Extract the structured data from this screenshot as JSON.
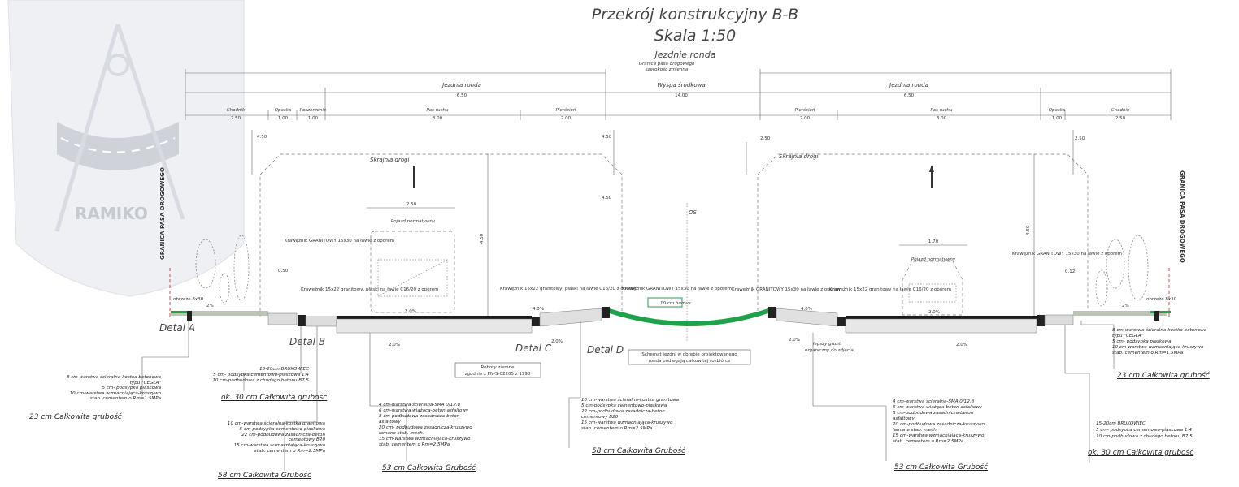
{
  "title": {
    "main": "Przekrój konstrukcyjny B-B",
    "scale": "Skala 1:50",
    "subtitle": "Jezdnie ronda",
    "note1": "Granica pasa drogowego",
    "note2": "szerokość zmienna"
  },
  "watermark": "RAMIKO",
  "dims": {
    "left_road": "Jezdnia ronda",
    "left_road_val": "6.50",
    "island": "Wyspa środkowa",
    "island_val": "14.00",
    "right_road": "Jezdnia ronda",
    "right_road_val": "6.50",
    "left": [
      "Chodnik",
      "Opaska",
      "Poszerzenie",
      "Pas ruchu",
      "Pierścień"
    ],
    "left_vals": [
      "2.50",
      "1.00",
      "1.00",
      "3.00",
      "2.00"
    ],
    "right": [
      "Pierścień",
      "Pas ruchu",
      "Opaska",
      "Chodnik"
    ],
    "right_vals": [
      "2.00",
      "3.00",
      "1.00",
      "2.50"
    ]
  },
  "border_label": "GRANICA PASA DROGOWEGO",
  "skrajnia": "Skrajnia drogi",
  "axis_label": "OS",
  "width_left": "2.50",
  "width_right": "1.70",
  "pojazd_left": "Pojazd normatywny",
  "pojazd_right": "Pojazd normatywny",
  "height_markers": [
    "4.50",
    "4.50",
    "4.50",
    "4.50",
    "4.50",
    "2.50",
    "2.50",
    "0.50",
    "0.12"
  ],
  "slopes": [
    "2%",
    "2%",
    "2.0%",
    "2.0%",
    "2.0%",
    "2.0%",
    "4.0%",
    "4.0%",
    "2.0%",
    "2.0%"
  ],
  "details": [
    "Detal A",
    "Detal B",
    "Detal C",
    "Detal D"
  ],
  "kraw": [
    "Krawężnik GRANITOWY 15x30 na ławie z oporem",
    "Krawężnik 15x22 granitowy, płaski na ławie C16/20 z oporem",
    "Krawężnik 15x22 granitowy, płaski na ławie C16/20 z oporem",
    "Krawężnik GRANITOWY 15x30 na ławie z oporem",
    "Krawężnik GRANITOWY 15x30 na ławie z oporem",
    "Krawężnik 15x22 granitowy na ławie C16/20 z oporem",
    "Krawężnik GRANITOWY 15x30 na ławie z oporem"
  ],
  "humus": "10 cm humus",
  "roboty": [
    "Roboty ziemne",
    "zgodnie z PN-S-02205 z 1998"
  ],
  "schemat": [
    "Schemat jezdni w obrębie projektowanego",
    "ronda podlegają całkowitej rozbiórce"
  ],
  "grunt": [
    "lepszy grunt",
    "organiczny do zdjęcia"
  ],
  "obrzeze_left": "obrzeże 8x30",
  "obrzeze_right": "obrzeże 8x30",
  "stack_a": {
    "lines": [
      "8 cm-warstwa ścieralna-kostka betonowa",
      "typu \"CEGŁA\"",
      "5 cm- podsypka piaskowa",
      "10 cm-warstwa wzmacniająca-kruszywo",
      "stab. cementem o Rm=1.5MPa"
    ],
    "total": "23 cm Całkowita grubość"
  },
  "stack_b": {
    "lines": [
      "15-20cm BRUKOWIEC",
      "5 cm- podsypka cementowo-piaskowa 1:4",
      "10 cm-podbudowa z chudego betonu B7.5"
    ],
    "total": "ok. 30 cm Całkowita grubość"
  },
  "stack_c": {
    "lines": [
      "10 cm-warstwa ścieralna-kostka granitowa",
      "5 cm-podsypka cementowo-piaskowa",
      "22 cm-podbudowa zasadnicza-beton",
      "cementowy B20",
      "15 cm-warstwa wzmacniająca-kruszywo",
      "stab. cementem o Rm=2.5MPa"
    ],
    "total": "58 cm Całkowita Grubość"
  },
  "stack_d": {
    "lines": [
      "4 cm-warstwa ścieralna-SMA 0/12.8",
      "6 cm-warstwa wiążąca-beton asfaltowy",
      "8 cm-podbudowa zasadnicza-beton",
      "asfaltowy",
      "20 cm- podbudowa zasadnicza-kruszywo",
      "łamane stab. mech.",
      "15 cm-warstwa wzmacniająca-kruszywo",
      "stab. cementem o Rm=2.5MPa"
    ],
    "total": "53 cm Całkowita Grubość"
  },
  "stack_e": {
    "lines": [
      "10 cm-warstwa ścieralna-kostka granitowa",
      "5 cm-podsypka cementowo-piaskowa",
      "22 cm-podbudowa zasadnicza-beton",
      "cementowy B20",
      "15 cm-warstwa wzmacniająca-kruszywo",
      "stab. cementem o Rm=2.5MPa"
    ],
    "total": "58 cm Całkowita Grubość"
  },
  "stack_f": {
    "lines": [
      "4 cm-warstwa ścieralna-SMA 0/12.8",
      "6 cm-warstwa wiążąca-beton asfaltowy",
      "8 cm-podbudowa zasadnicza-beton",
      "asfaltowy",
      "20 cm-podbudowa zasadnicza-kruszywo",
      "łamane stab. mech.",
      "15 cm-warstwa wzmacniająca-kruszywo",
      "stab. cementem o Rm=2.5MPa"
    ],
    "total": "53 cm Całkowita Grubość"
  },
  "stack_g": {
    "lines": [
      "8 cm-warstwa ścieralna-kostka betonowa",
      "typu \"CEGŁA\"",
      "5 cm- podsypka piaskowa",
      "10 cm-warstwa wzmacniająca-kruszywo",
      "stab. cementem o Rm=1.5MPa"
    ],
    "total": "23 cm Całkowita grubość"
  },
  "stack_h": {
    "lines": [
      "15-20cm BRUKOWIEC",
      "5 cm- podsypka cementowo-piaskowa 1:4",
      "10 cm-podbudowa z chudego betonu B7.5"
    ],
    "total": "ok. 30 cm Całkowita grubość"
  },
  "colors": {
    "green": "#1fa24a",
    "shield": "#eef0f3",
    "road": "#1a1a1a"
  }
}
